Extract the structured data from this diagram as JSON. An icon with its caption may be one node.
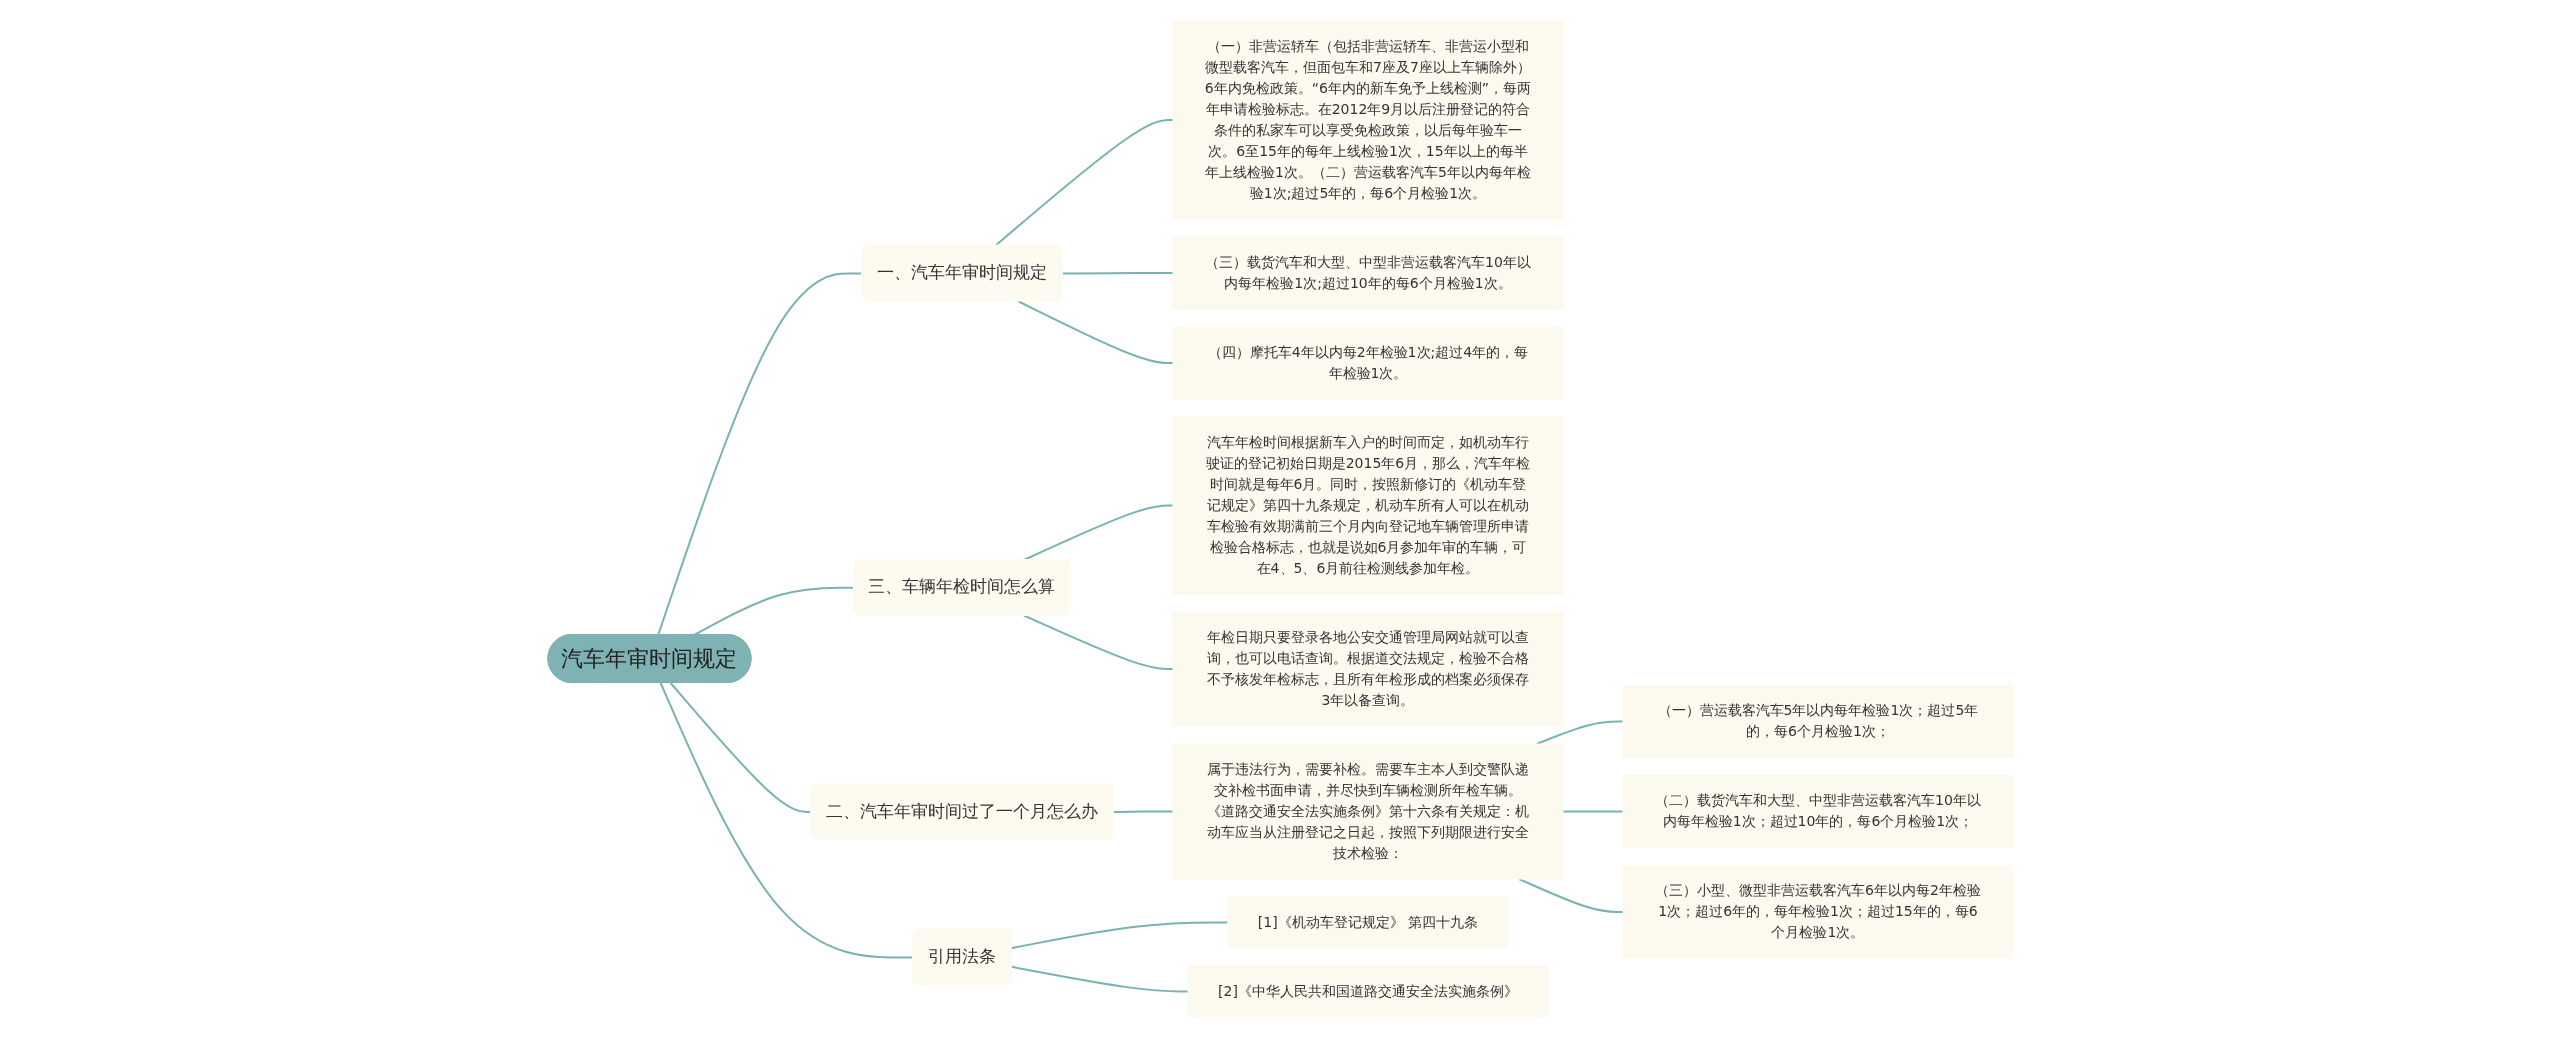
{
  "diagram": {
    "nodes": [
      {
        "text": [
          "汽车年审时间规定"
        ]
      },
      {
        "text": [
          "一、汽车年审时间规定"
        ]
      },
      {
        "text": [
          "（一）非营运轿车（包括非营运轿车、非营运小型和微型载客汽车，但面包车和7座及7座以上车辆除外）6年内免检政策。“6年内的新车免予上线检测”，每两年申请检验标志。在2012年9月以后注册登记的符合条件的私家车可以享受免检政策，以后每年验车一次。6至15年的每年上线检验1次，15年以上的每半年上线检验1次。（二）营运载客汽车5年以内每年检验1次;超过5年的，每6个月检验1次。"
        ]
      },
      {
        "text": [
          "（三）载货汽车和大型、中型非营运载客汽车10年以内每年检验1次;超过10年的每6个月检验1次。"
        ]
      },
      {
        "text": [
          "（四）摩托车4年以内每2年检验1次;超过4年的，每年检验1次。"
        ]
      },
      {
        "text": [
          "三、车辆年检时间怎么算"
        ]
      },
      {
        "text": [
          "汽车年检时间根据新车入户的时间而定，如机动车行驶证的登记初始日期是2015年6月，那么，汽车年检时间就是每年6月。同时，按照新修订的《机动车登记规定》第四十九条规定，机动车所有人可以在机动车检验有效期满前三个月内向登记地车辆管理所申请检验合格标志，也就是说如6月参加年审的车辆，可在4、5、6月前往检测线参加年检。"
        ]
      },
      {
        "text": [
          "年检日期只要登录各地公安交通管理局网站就可以查询，也可以电话查询。根据道交法规定，检验不合格不予核发年检标志，且所有年检形成的档案必须保存3年以备查询。"
        ]
      },
      {
        "text": [
          "二、汽车年审时间过了一个月怎么办"
        ]
      },
      {
        "text": [
          "属于违法行为，需要补检。需要车主本人到交警队递交补检书面申请，并尽快到车辆检测所年检车辆。《道路交通安全法实施条例》第十六条有关规定：机动车应当从注册登记之日起，按照下列期限进行安全技术检验："
        ]
      },
      {
        "text": [
          "（一）营运载客汽车5年以内每年检验1次；超过5年的，每6个月检验1次；"
        ]
      },
      {
        "text": [
          "（二）载货汽车和大型、中型非营运载客汽车10年以内每年检验1次；超过10年的，每6个月检验1次；"
        ]
      },
      {
        "text": [
          "（三）小型、微型非营运载客汽车6年以内每2年检验1次；超过6年的，每年检验1次；超过15年的，每6个月检验1次。"
        ]
      },
      {
        "text": [
          "引用法条"
        ]
      },
      {
        "text": [
          "[1]《机动车登记规定》 第四十九条"
        ]
      },
      {
        "text": [
          "[2]《中华人民共和国道路交通安全法实施条例》"
        ]
      }
    ],
    "edges": [
      {
        "from": 0,
        "to": 1,
        "arrow": "none"
      },
      {
        "from": 1,
        "to": 2,
        "arrow": "none"
      },
      {
        "from": 1,
        "to": 3,
        "arrow": "none"
      },
      {
        "from": 1,
        "to": 4,
        "arrow": "none"
      },
      {
        "from": 0,
        "to": 5,
        "arrow": "none"
      },
      {
        "from": 5,
        "to": 6,
        "arrow": "none"
      },
      {
        "from": 5,
        "to": 7,
        "arrow": "none"
      },
      {
        "from": 0,
        "to": 8,
        "arrow": "none"
      },
      {
        "from": 8,
        "to": 9,
        "arrow": "none"
      },
      {
        "from": 9,
        "to": 10,
        "arrow": "none"
      },
      {
        "from": 9,
        "to": 11,
        "arrow": "none"
      },
      {
        "from": 9,
        "to": 12,
        "arrow": "none"
      },
      {
        "from": 0,
        "to": 13,
        "arrow": "none"
      },
      {
        "from": 13,
        "to": 14,
        "arrow": "none"
      },
      {
        "from": 13,
        "to": 15,
        "arrow": "none"
      }
    ]
  }
}
